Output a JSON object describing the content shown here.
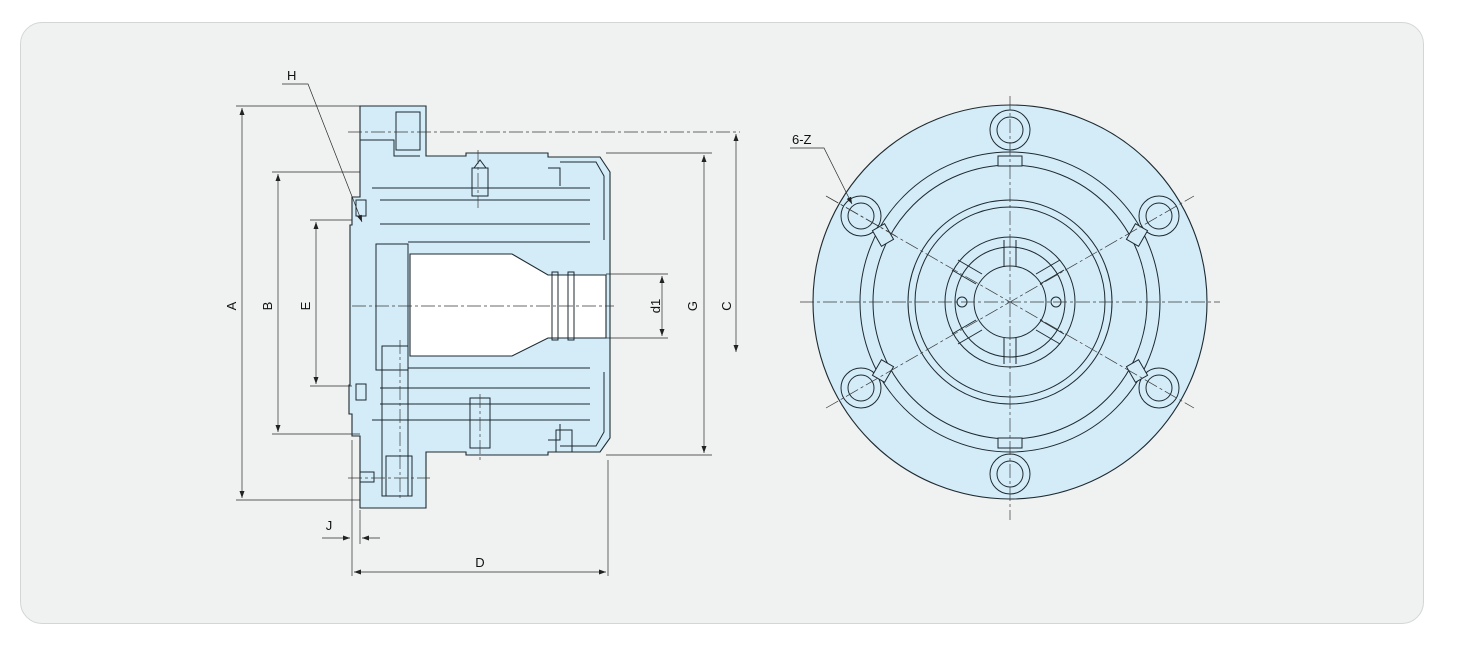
{
  "drawing": {
    "fill_color": "#d3ecf8",
    "line_color": "#1e2a30",
    "panel_color": "#f0f1f1",
    "side_view": {
      "labels": {
        "A": "A",
        "B": "B",
        "E": "E",
        "H": "H",
        "d1": "d1",
        "G": "G",
        "C": "C",
        "J": "J",
        "D": "D"
      }
    },
    "front_view": {
      "labels": {
        "hole_note": "6-Z"
      }
    }
  }
}
